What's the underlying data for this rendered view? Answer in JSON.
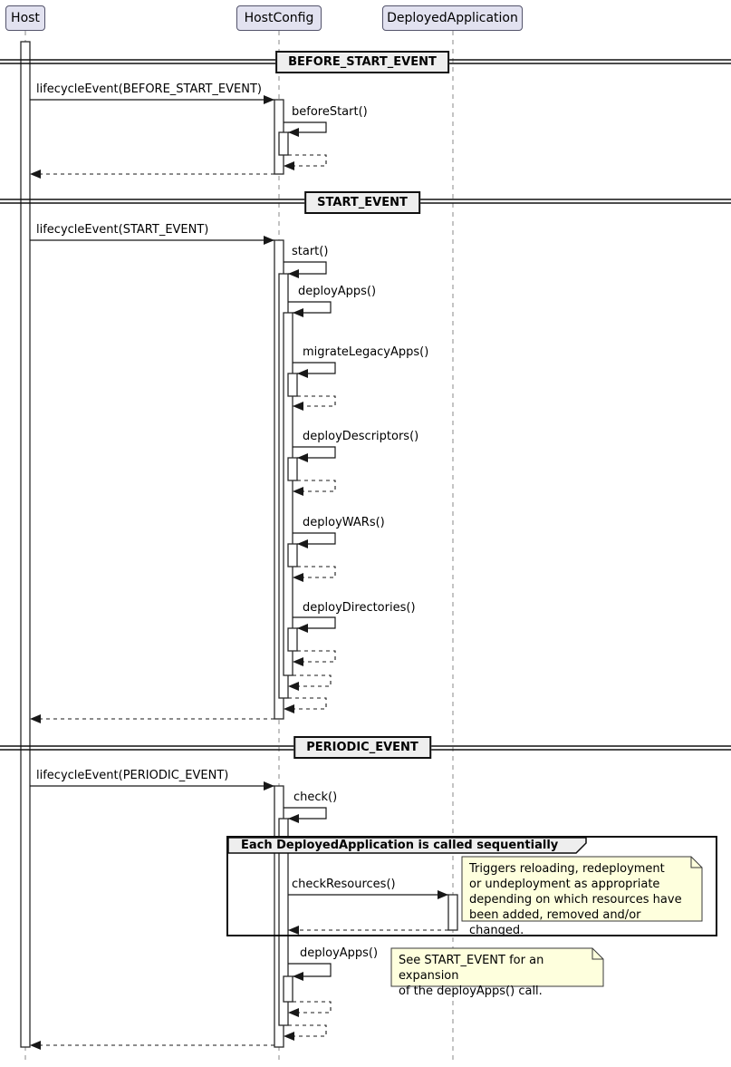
{
  "diagram_type": "uml-sequence-diagram",
  "participants": [
    {
      "label": "Host"
    },
    {
      "label": "HostConfig"
    },
    {
      "label": "DeployedApplication"
    }
  ],
  "dividers": [
    {
      "label": "BEFORE_START_EVENT"
    },
    {
      "label": "START_EVENT"
    },
    {
      "label": "PERIODIC_EVENT"
    }
  ],
  "messages": [
    {
      "label": "lifecycleEvent(BEFORE_START_EVENT)",
      "from": "Host",
      "to": "HostConfig",
      "type": "call"
    },
    {
      "label": "beforeStart()",
      "from": "HostConfig",
      "to": "HostConfig",
      "type": "self-call"
    },
    {
      "label": "lifecycleEvent(START_EVENT)",
      "from": "Host",
      "to": "HostConfig",
      "type": "call"
    },
    {
      "label": "start()",
      "from": "HostConfig",
      "to": "HostConfig",
      "type": "self-call"
    },
    {
      "label": "deployApps()",
      "from": "HostConfig",
      "to": "HostConfig",
      "type": "self-call"
    },
    {
      "label": "migrateLegacyApps()",
      "from": "HostConfig",
      "to": "HostConfig",
      "type": "self-call"
    },
    {
      "label": "deployDescriptors()",
      "from": "HostConfig",
      "to": "HostConfig",
      "type": "self-call"
    },
    {
      "label": "deployWARs()",
      "from": "HostConfig",
      "to": "HostConfig",
      "type": "self-call"
    },
    {
      "label": "deployDirectories()",
      "from": "HostConfig",
      "to": "HostConfig",
      "type": "self-call"
    },
    {
      "label": "lifecycleEvent(PERIODIC_EVENT)",
      "from": "Host",
      "to": "HostConfig",
      "type": "call"
    },
    {
      "label": "check()",
      "from": "HostConfig",
      "to": "HostConfig",
      "type": "self-call"
    },
    {
      "label": "checkResources()",
      "from": "HostConfig",
      "to": "DeployedApplication",
      "type": "call"
    },
    {
      "label": "deployApps()",
      "from": "HostConfig",
      "to": "HostConfig",
      "type": "self-call"
    }
  ],
  "group": {
    "title": "Each DeployedApplication is called sequentially"
  },
  "notes": [
    {
      "text": "Triggers reloading, redeployment\nor undeployment as appropriate\ndepending on which resources have\nbeen added, removed and/or changed."
    },
    {
      "text": "See START_EVENT for an expansion\nof the deployApps() call."
    }
  ],
  "colors": {
    "participant_fill": "#E2E2F0",
    "note_fill": "#FEFFDD",
    "divider_fill": "#EEEEEE",
    "line": "#181818",
    "background": "#FFFFFF"
  }
}
